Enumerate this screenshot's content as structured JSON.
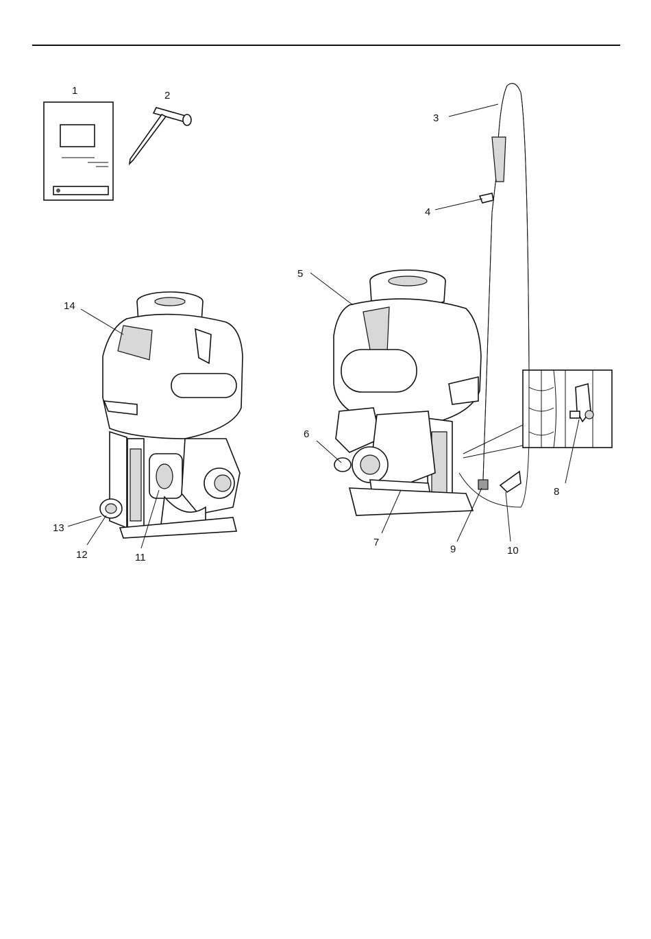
{
  "callouts": {
    "c1": "1",
    "c2": "2",
    "c3": "3",
    "c4": "4",
    "c5": "5",
    "c6": "6",
    "c7": "7",
    "c8": "8",
    "c9": "9",
    "c10": "10",
    "c11": "11",
    "c12": "12",
    "c13": "13",
    "c14": "14"
  },
  "icons": {
    "manual": "manual-booklet-icon",
    "wrench": "spark-plug-wrench-icon",
    "sprayer_front": "backpack-sprayer-front-illustration",
    "sprayer_rear": "backpack-sprayer-rear-illustration",
    "detail": "valve-detail-inset"
  }
}
